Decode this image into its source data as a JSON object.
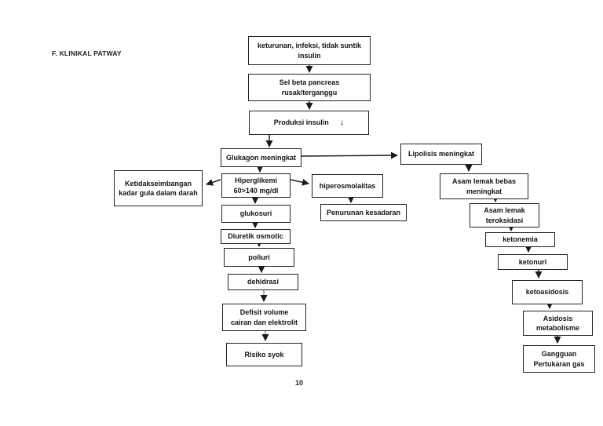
{
  "page": {
    "heading": "F. KLINIKAL PATWAY",
    "page_number": "10"
  },
  "icons": {
    "down_arrow": "↓"
  },
  "diagram": {
    "nodes": {
      "keturunan": {
        "label": "keturunan, infeksi, tidak suntik\ninsulin"
      },
      "sel_beta": {
        "label": "Sel beta pancreas\nrusak/terganggu"
      },
      "produksi": {
        "label": "Produksi insulin"
      },
      "glukagon": {
        "label": "Glukagon meningkat"
      },
      "lipolisis": {
        "label": "Lipolisis meningkat"
      },
      "hiperglikemi": {
        "label": "Hiperglikemi\n60>140 mg/dl"
      },
      "ketidakseimbangan": {
        "label": "Ketidakseimbangan\nkadar gula dalam darah"
      },
      "hiperosmolalitas": {
        "label": "hiperosmolalitas"
      },
      "glukosuri": {
        "label": "glukosuri"
      },
      "penurunan": {
        "label": "Penurunan kesadaran"
      },
      "diuretik": {
        "label": "Diuretik osmotic"
      },
      "poliuri": {
        "label": "poliuri"
      },
      "dehidrasi": {
        "label": "dehidrasi"
      },
      "defisit": {
        "label": "Defisit  volume\ncairan dan elektrolit"
      },
      "risiko": {
        "label": "Risiko syok"
      },
      "asam_bebas": {
        "label": "Asam lemak bebas\nmeningkat"
      },
      "teroksidasi": {
        "label": "Asam lemak\nteroksidasi"
      },
      "ketonemia": {
        "label": "ketonemia"
      },
      "ketonuri": {
        "label": "ketonuri"
      },
      "ketoasidosis": {
        "label": "ketoasidosis"
      },
      "asidosis": {
        "label": "Asidosis\nmetabolisme"
      },
      "gangguan": {
        "label": "Gangguan\nPertukaran gas"
      }
    },
    "edges": [
      {
        "from": "keturunan",
        "to": "sel_beta"
      },
      {
        "from": "sel_beta",
        "to": "produksi"
      },
      {
        "from": "produksi",
        "to": "glukagon"
      },
      {
        "from": "glukagon",
        "to": "lipolisis"
      },
      {
        "from": "glukagon",
        "to": "hiperglikemi"
      },
      {
        "from": "hiperglikemi",
        "to": "ketidakseimbangan"
      },
      {
        "from": "hiperglikemi",
        "to": "hiperosmolalitas"
      },
      {
        "from": "hiperglikemi",
        "to": "glukosuri"
      },
      {
        "from": "hiperosmolalitas",
        "to": "penurunan"
      },
      {
        "from": "glukosuri",
        "to": "diuretik"
      },
      {
        "from": "diuretik",
        "to": "poliuri"
      },
      {
        "from": "poliuri",
        "to": "dehidrasi"
      },
      {
        "from": "dehidrasi",
        "to": "defisit"
      },
      {
        "from": "defisit",
        "to": "risiko"
      },
      {
        "from": "lipolisis",
        "to": "asam_bebas"
      },
      {
        "from": "asam_bebas",
        "to": "teroksidasi"
      },
      {
        "from": "teroksidasi",
        "to": "ketonemia"
      },
      {
        "from": "ketonemia",
        "to": "ketonuri"
      },
      {
        "from": "ketonuri",
        "to": "ketoasidosis"
      },
      {
        "from": "ketoasidosis",
        "to": "asidosis"
      },
      {
        "from": "asidosis",
        "to": "gangguan"
      }
    ],
    "colors": {
      "line": "#1f1f1f",
      "faint_line": "#8c8c8c",
      "border": "#232323"
    }
  }
}
